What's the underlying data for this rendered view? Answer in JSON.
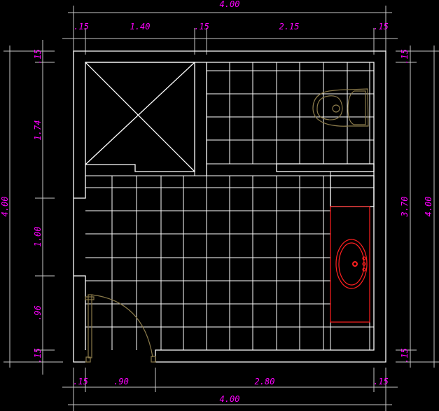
{
  "dimensions": {
    "top_total": "4.00",
    "top_segments": [
      ".15",
      "1.40",
      ".15",
      "2.15",
      ".15"
    ],
    "bottom_segments": [
      ".15",
      ".90",
      "2.80",
      ".15"
    ],
    "bottom_total": "4.00",
    "left_segments": [
      ".15",
      "1.74",
      "1.00",
      ".96",
      ".15"
    ],
    "left_total": "4.00",
    "right_segments": [
      ".15",
      "3.70",
      ".15"
    ],
    "right_total": "4.00"
  },
  "colors": {
    "background": "#000000",
    "walls": "#ffffff",
    "dimension_text": "#ff00ff",
    "fixtures": "#8a7a4a",
    "vanity": "#ff2020"
  }
}
